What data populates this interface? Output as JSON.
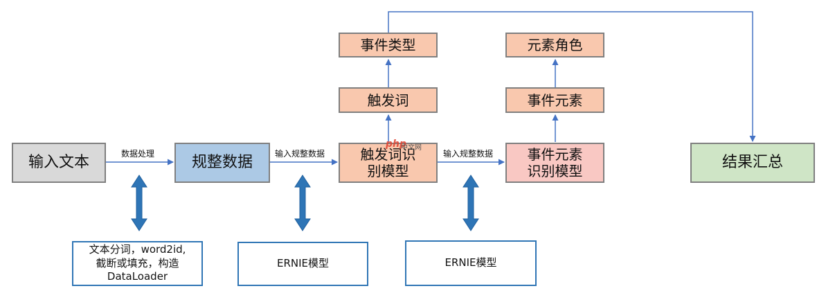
{
  "nodes": {
    "input_text": "输入文本",
    "normalize": "规整数据",
    "trigger_model": "触发词识\n别模型",
    "element_model": "事件元素\n识别模型",
    "summary": "结果汇总",
    "event_type": "事件类型",
    "trigger_word": "触发词",
    "element_role": "元素角色",
    "event_element": "事件元素"
  },
  "edge_labels": {
    "data_processing": "数据处理",
    "input_normalized_1": "输入规整数据",
    "input_normalized_2": "输入规整数据"
  },
  "notes": {
    "preprocess": "文本分词，word2id,\n截断或填充，构造\nDataLoader",
    "ernie_1": "ERNIE模型",
    "ernie_2": "ERNIE模型"
  },
  "watermark": {
    "logo": "php",
    "text": "中文网"
  },
  "colors": {
    "arrow": "#4472c4",
    "double_arrow": "#2e75b6",
    "gray_box": "#d9d9d9",
    "blue_box": "#acc9e5",
    "salmon_box": "#f9c8ae",
    "pink_box": "#f9c8c3",
    "green_box": "#cfe5c6"
  }
}
